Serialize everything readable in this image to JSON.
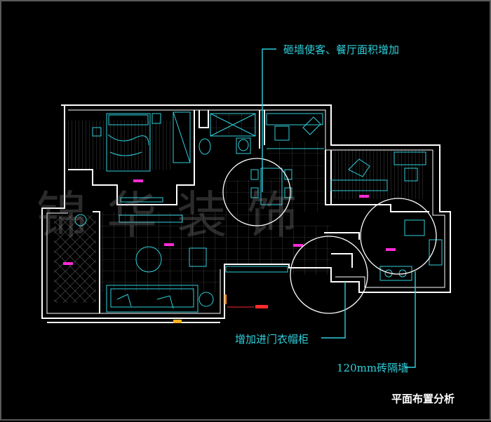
{
  "annotations": {
    "top_note": "砸墙使客、餐厅面积增加",
    "entry_note": "增加进门衣帽柜",
    "wall_note": "120mm砖隔墙"
  },
  "title": "平面布置分析",
  "watermark": "锦华装饰",
  "colors": {
    "background": "#000000",
    "walls": "#ffffff",
    "furniture": "#2fd0dc",
    "labels": "#ff2bd6",
    "frame": "#5a5a5a"
  }
}
